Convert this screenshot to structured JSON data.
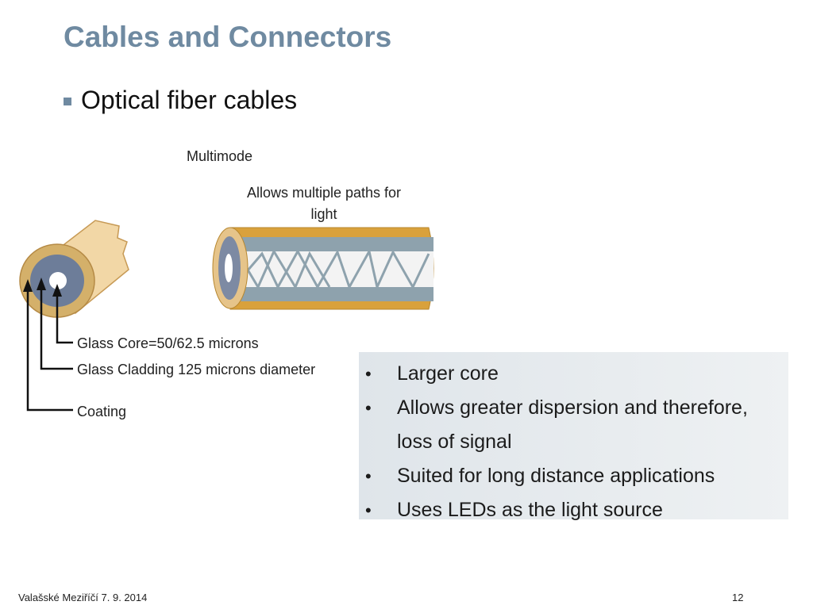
{
  "slide": {
    "title": "Cables and Connectors",
    "bullet": "Optical fiber cables"
  },
  "diagram": {
    "mode_label": "Multimode",
    "description_line1": "Allows multiple paths for",
    "description_line2": "light",
    "labels": {
      "core": "Glass Core=50/62.5 microns",
      "cladding": "Glass Cladding 125 microns diameter",
      "coating": "Coating"
    }
  },
  "info_box": {
    "bullet_symbol": "•",
    "items": [
      "Larger core",
      "Allows greater dispersion and therefore,",
      "loss of signal",
      "Suited for long distance applications",
      "Uses LEDs as the light source"
    ]
  },
  "footer": {
    "left": "Valašské Meziříčí 7. 9. 2014",
    "page_number": "12"
  },
  "colors": {
    "title": "#6f8aa1",
    "coating": "#d4b06a",
    "cladding": "#6d7d99",
    "core": "#ffffff",
    "cable_gold": "#d9a13c",
    "cable_blue": "#8ea2ad"
  }
}
